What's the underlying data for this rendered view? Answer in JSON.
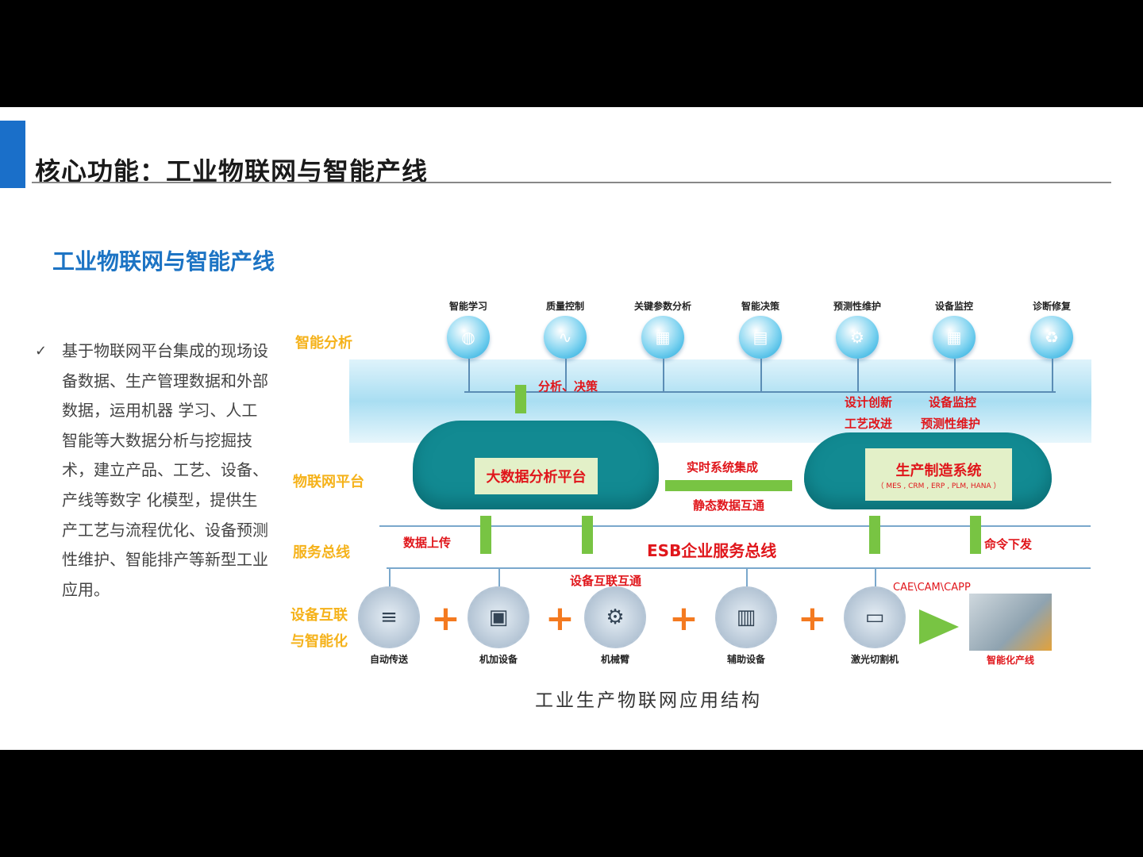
{
  "slide": {
    "title": "核心功能：工业物联网与智能产线",
    "subtitle": "工业物联网与智能产线",
    "bullet": "基于物联网平台集成的现场设备数据、生产管理数据和外部数据，运用机器 学习、人工智能等大数据分析与挖掘技术，建立产品、工艺、设备、产线等数字 化模型，提供生产工艺与流程优化、设备预测性维护、智能排产等新型工业应用。",
    "check_icon": "✓",
    "caption": "工业生产物联网应用结构"
  },
  "diagram": {
    "lanes": [
      "智能分析",
      "物联网平台",
      "服务总线",
      "设备互联",
      "与智能化"
    ],
    "analysis_nodes": [
      "智能学习",
      "质量控制",
      "关键参数分析",
      "智能决策",
      "预测性维护",
      "设备监控",
      "诊断修复"
    ],
    "analysis_decision": "分析、决策",
    "right_labels": [
      "设计创新",
      "设备监控",
      "工艺改进",
      "预测性维护"
    ],
    "bigdata": "大数据分析平台",
    "mfg": {
      "title": "生产制造系统",
      "sub": "（ MES , CRM , ERP , PLM, HANA ）"
    },
    "link_top": "实时系统集成",
    "link_bottom": "静态数据互通",
    "upload": "数据上传",
    "esb": "ESB企业服务总线",
    "command": "命令下发",
    "interconnect": "设备互联互通",
    "cae": "CAE\\CAM\\CAPP",
    "devices": [
      "自动传送",
      "机加设备",
      "机械臂",
      "辅助设备",
      "激光切割机"
    ],
    "result": "智能化产线",
    "colors": {
      "accent": "#1a6fc9",
      "lane": "#f5b21a",
      "red": "#e0161b",
      "green": "#78c443",
      "cloud": "#128a92",
      "plus": "#f47a20"
    }
  }
}
